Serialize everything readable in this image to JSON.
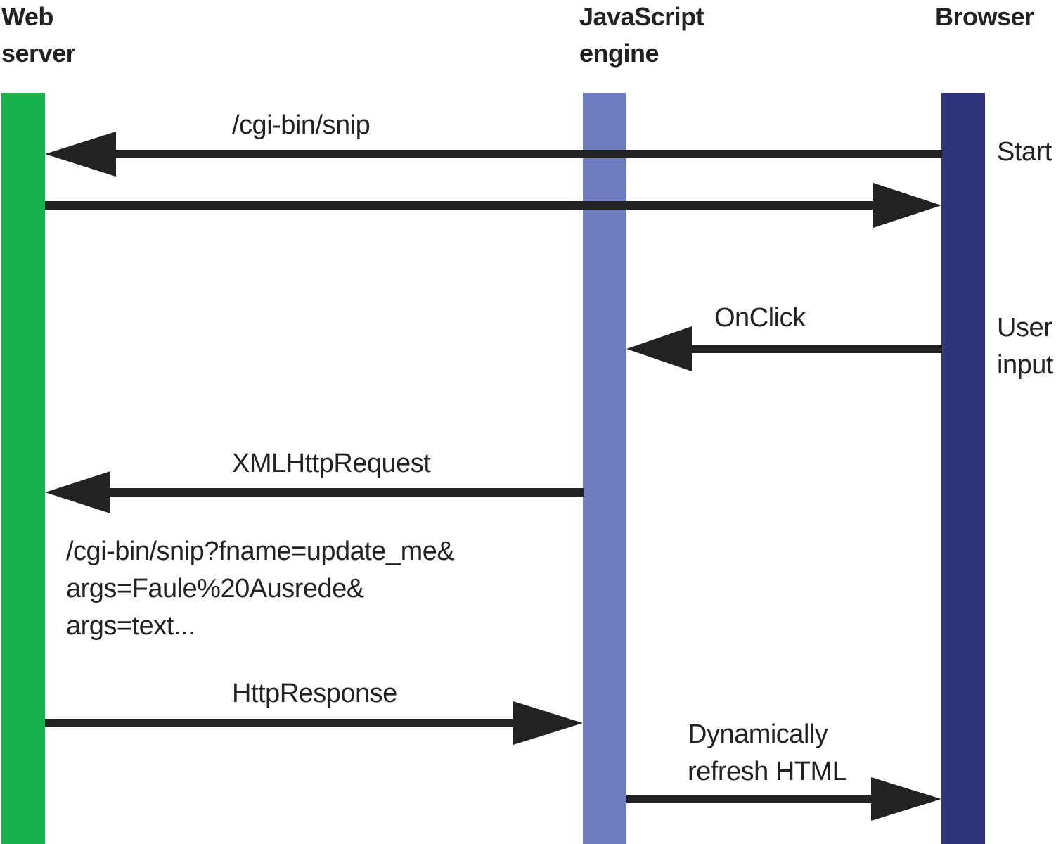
{
  "actors": {
    "web_server": {
      "line1": "Web",
      "line2": "server",
      "color": "#16b14a"
    },
    "js_engine": {
      "line1": "JavaScript",
      "line2": "engine",
      "color": "#6d7cbc"
    },
    "browser": {
      "line1": "Browser",
      "color": "#2f347a"
    }
  },
  "arrow_color": "#222222",
  "messages": {
    "cgi_snip": "/cgi-bin/snip",
    "onclick": "OnClick",
    "xhr": "XMLHttpRequest",
    "xhr_query": {
      "line1": "/cgi-bin/snip?fname=update_me&",
      "line2": "args=Faule%20Ausrede&",
      "line3": "args=text..."
    },
    "http_response": "HttpResponse",
    "refresh": {
      "line1": "Dynamically",
      "line2": "refresh HTML"
    }
  },
  "phases": {
    "start": "Start",
    "user_input": {
      "line1": "User",
      "line2": "input"
    }
  }
}
